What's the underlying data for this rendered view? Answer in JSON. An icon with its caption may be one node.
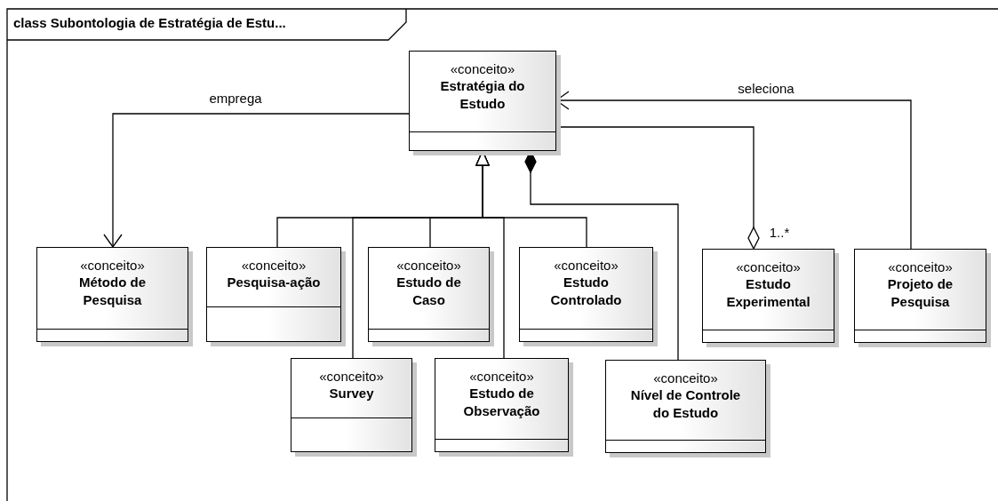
{
  "diagram": {
    "title": "class Subontologia de Estratégia de Estu...",
    "nodes": [
      {
        "text": [
          "«conceito»",
          "Estratégia do Estudo"
        ]
      },
      {
        "text": [
          "«conceito»",
          "Método de Pesquisa"
        ]
      },
      {
        "text": [
          "«conceito»",
          "Pesquisa-ação"
        ]
      },
      {
        "text": [
          "«conceito»",
          "Estudo de Caso"
        ]
      },
      {
        "text": [
          "«conceito»",
          "Estudo Controlado"
        ]
      },
      {
        "text": [
          "«conceito»",
          "Estudo Experimental"
        ]
      },
      {
        "text": [
          "«conceito»",
          "Projeto de Pesquisa"
        ]
      },
      {
        "text": [
          "«conceito»",
          "Survey"
        ]
      },
      {
        "text": [
          "«conceito»",
          "Estudo de Observação"
        ]
      },
      {
        "text": [
          "«conceito»",
          "Nível de Controle do Estudo"
        ]
      }
    ],
    "edges": [
      {
        "from": 0,
        "to": 1,
        "arrow": "to",
        "label": "emprega"
      },
      {
        "from": 2,
        "to": 0,
        "arrow": "to"
      },
      {
        "from": 7,
        "to": 0,
        "arrow": "to"
      },
      {
        "from": 3,
        "to": 0,
        "arrow": "to"
      },
      {
        "from": 8,
        "to": 0,
        "arrow": "to"
      },
      {
        "from": 4,
        "to": 0,
        "arrow": "to"
      },
      {
        "from": 0,
        "to": 9,
        "arrow": "other"
      },
      {
        "from": 5,
        "to": 0,
        "arrow": "other",
        "label": "1..*"
      },
      {
        "from": 6,
        "to": 0,
        "arrow": "to",
        "label": "seleciona"
      }
    ]
  }
}
